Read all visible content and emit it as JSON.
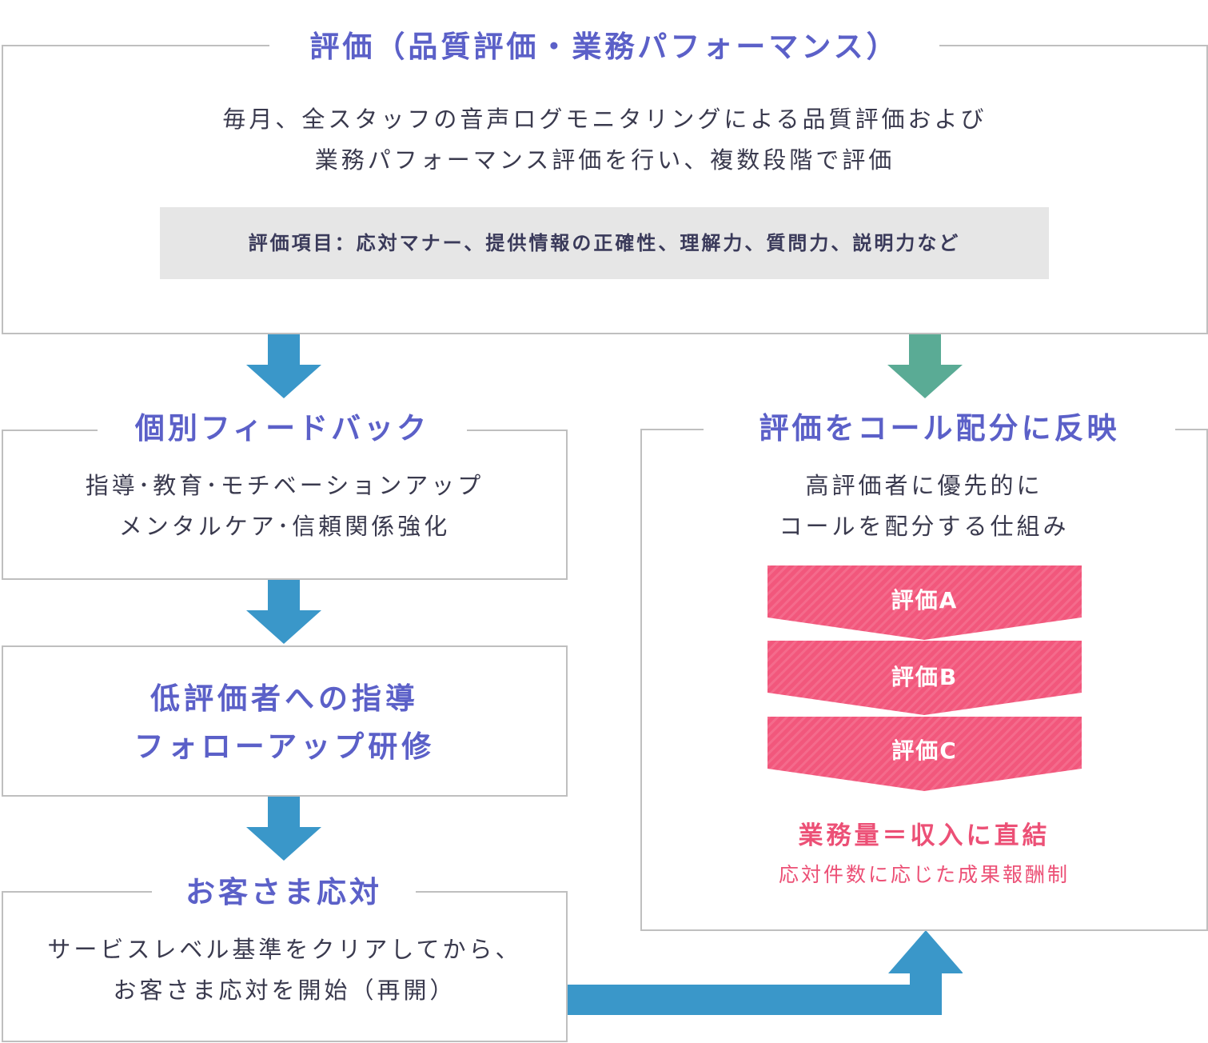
{
  "evaluation": {
    "title": "評価（品質評価・業務パフォーマンス）",
    "line1": "毎月、全スタッフの音声ログモニタリングによる品質評価および",
    "line2": "業務パフォーマンス評価を行い、複数段階で評価",
    "items": "評価項目：応対マナー、提供情報の正確性、理解力、質問力、説明力など"
  },
  "feedback": {
    "title": "個別フィードバック",
    "line1": "指導･教育･モチベーションアップ",
    "line2": "メンタルケア･信頼関係強化"
  },
  "training": {
    "line1": "低評価者への指導",
    "line2": "フォローアップ研修"
  },
  "customer": {
    "title": "お客さま応対",
    "line1": "サービスレベル基準をクリアしてから、",
    "line2": "お客さま応対を開始（再開）"
  },
  "allocation": {
    "title": "評価をコール配分に反映",
    "line1": "高評価者に優先的に",
    "line2": "コールを配分する仕組み",
    "grades": [
      "評価A",
      "評価B",
      "評価C"
    ],
    "result_title": "業務量＝収入に直結",
    "result_sub": "応対件数に応じた成果報酬制"
  },
  "colors": {
    "blue_arrow": "#3a97c9",
    "green_arrow": "#5aab95",
    "title_purple": "#5b60c8",
    "pink": "#ec5076"
  }
}
